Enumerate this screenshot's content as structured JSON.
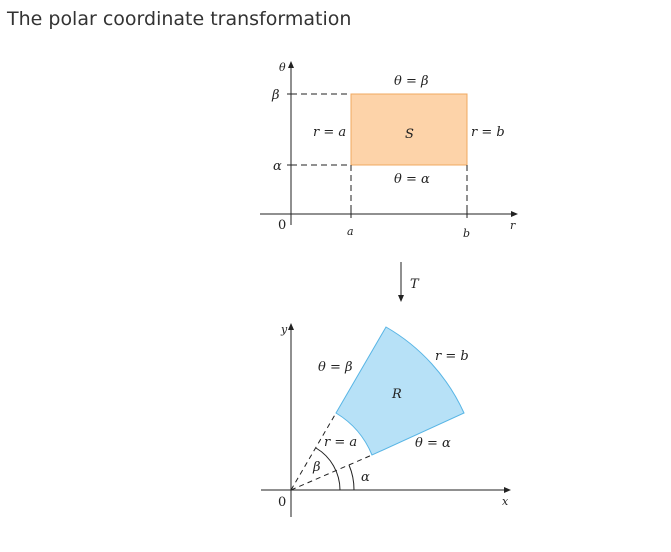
{
  "title": "The polar coordinate transformation",
  "colors": {
    "region_s": "#fdd3a9",
    "region_s_stroke": "#f0a860",
    "region_r": "#b7e1f7",
    "region_r_stroke": "#58b5e5"
  },
  "top": {
    "theta_axis": "θ",
    "r_axis": "r",
    "origin": "0",
    "beta_tick": "β",
    "alpha_tick": "α",
    "a_tick": "a",
    "b_tick": "b",
    "top_edge": "θ = β",
    "bottom_edge": "θ = α",
    "left_edge": "r = a",
    "right_edge": "r = b",
    "region": "S"
  },
  "transform_label": "T",
  "bottom": {
    "y_axis": "y",
    "x_axis": "x",
    "origin": "0",
    "top_ray": "θ = β",
    "bottom_ray": "θ = α",
    "inner_arc": "r = a",
    "outer_arc": "r = b",
    "region": "R",
    "beta_angle": "β",
    "alpha_angle": "α"
  }
}
